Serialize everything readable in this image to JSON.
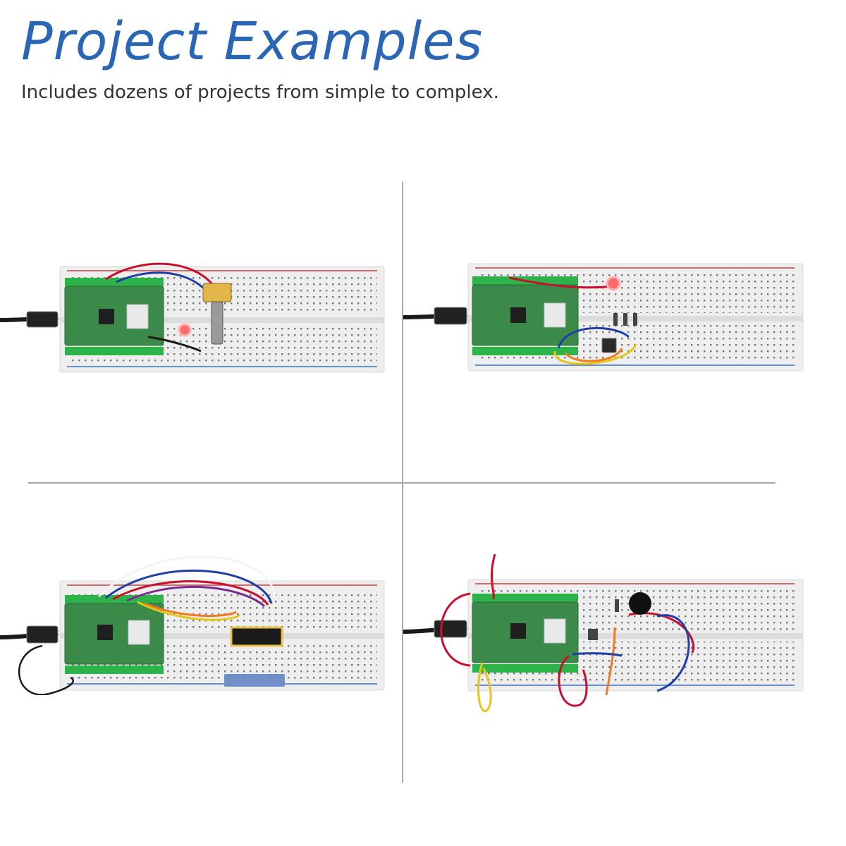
{
  "header": {
    "title": "Project Examples",
    "subtitle": "Includes dozens of projects from simple to complex."
  },
  "colors": {
    "title": "#2a66b5",
    "subtitle": "#333333",
    "divider": "#a8a8a8",
    "breadboard": "#eeeeee",
    "board_green": "#3b8a4a",
    "header_green": "#2eb34a",
    "rail_red": "#d23a3a",
    "rail_blue": "#3a6fd2",
    "wire_red": "#c8102e",
    "wire_blue": "#1f3fa8",
    "wire_yellow": "#e6c619",
    "wire_orange": "#ef7b25",
    "cable_black": "#1a1a1a"
  },
  "projects": [
    {
      "id": "potentiometer-led",
      "components": [
        "pico-board-icon",
        "potentiometer-icon",
        "led-icon"
      ]
    },
    {
      "id": "rgb-led-button",
      "components": [
        "pico-board-icon",
        "led-icon",
        "button-icon"
      ]
    },
    {
      "id": "led-bar-graph",
      "components": [
        "pico-board-icon",
        "led-bar-graph-icon"
      ]
    },
    {
      "id": "buzzer-circuit",
      "components": [
        "pico-board-icon",
        "buzzer-icon",
        "transistor-icon"
      ]
    }
  ]
}
